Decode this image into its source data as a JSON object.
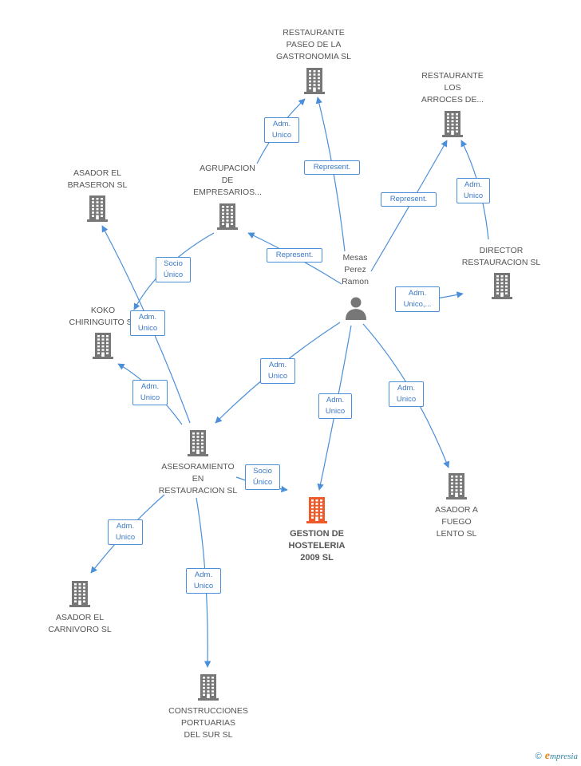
{
  "colors": {
    "edge": "#4a8fd8",
    "label_border": "#4a8fd8",
    "label_text": "#3a78c8",
    "company_icon": "#777777",
    "focus_icon": "#ee5a2a",
    "person_icon": "#777777"
  },
  "nodes": [
    {
      "id": "paseo",
      "type": "company",
      "label": "RESTAURANTE\nPASEO DE LA\nGASTRONOMIA SL"
    },
    {
      "id": "arroces",
      "type": "company",
      "label": "RESTAURANTE\nLOS\nARROCES DE..."
    },
    {
      "id": "braseron",
      "type": "company",
      "label": "ASADOR EL\nBRASERON SL"
    },
    {
      "id": "agrupacion",
      "type": "company",
      "label": "AGRUPACION\nDE\nEMPRESARIOS..."
    },
    {
      "id": "director",
      "type": "company",
      "label": "DIRECTOR\nRESTAURACION SL"
    },
    {
      "id": "mesas",
      "type": "person",
      "label": "Mesas\nPerez\nRamon"
    },
    {
      "id": "koko",
      "type": "company",
      "label": "KOKO\nCHIRINGUITO SL"
    },
    {
      "id": "asesoramiento",
      "type": "company",
      "label": "ASESORAMIENTO\nEN\nRESTAURACION SL"
    },
    {
      "id": "gestion",
      "type": "focus",
      "label": "GESTION DE\nHOSTELERIA\n2009 SL"
    },
    {
      "id": "fuego",
      "type": "company",
      "label": "ASADOR A\nFUEGO\nLENTO SL"
    },
    {
      "id": "carnivoro",
      "type": "company",
      "label": "ASADOR EL\nCARNIVORO SL"
    },
    {
      "id": "portuarias",
      "type": "company",
      "label": "CONSTRUCCIONES\nPORTUARIAS\nDEL SUR SL"
    }
  ],
  "relations": [
    {
      "label": "Adm.\nUnico"
    },
    {
      "label": "Represent."
    },
    {
      "label": "Represent."
    },
    {
      "label": "Adm.\nUnico"
    },
    {
      "label": "Represent."
    },
    {
      "label": "Socio\nÚnico"
    },
    {
      "label": "Adm.\nUnico,..."
    },
    {
      "label": "Adm.\nUnico"
    },
    {
      "label": "Adm.\nUnico"
    },
    {
      "label": "Adm.\nUnico"
    },
    {
      "label": "Adm.\nUnico"
    },
    {
      "label": "Adm.\nUnico"
    },
    {
      "label": "Socio\nÚnico"
    },
    {
      "label": "Adm.\nUnico"
    },
    {
      "label": "Adm.\nUnico"
    }
  ],
  "brand": {
    "copyright": "©",
    "initial": "e",
    "name": "mpresia"
  }
}
